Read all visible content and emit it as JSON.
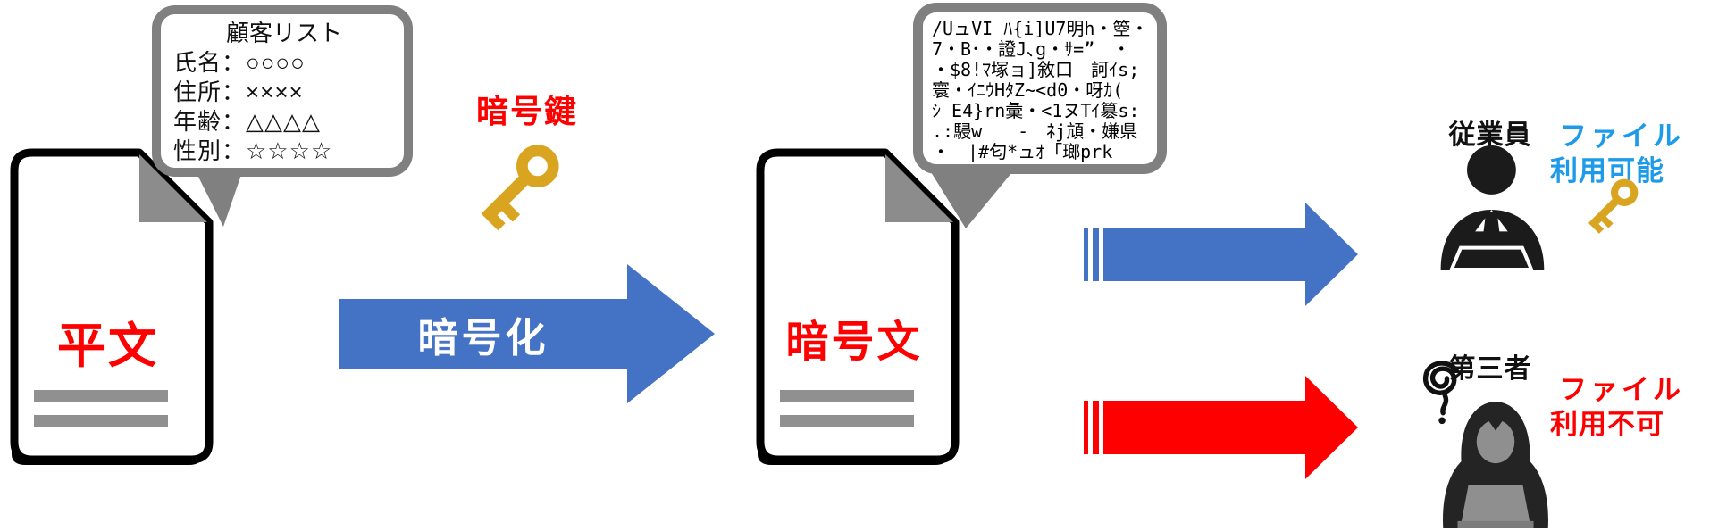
{
  "background": "#ffffff",
  "colors": {
    "arrow_blue": "#4472C4",
    "alert_red": "#FF0000",
    "key_gold": "#D9A521",
    "bubble_gray": "#808080",
    "employee_status_blue": "#1E9BE8",
    "silhouette_black": "#1B1B1B",
    "hacker_gray": "#8F8F8F"
  },
  "plaintext_doc": {
    "label": "平文"
  },
  "customer_bubble": {
    "title": "顧客リスト",
    "rows": [
      "氏名：○○○○",
      "住所：××××",
      "年齢：△△△△",
      "性別：☆☆☆☆"
    ]
  },
  "encryption_key": {
    "label": "暗号鍵"
  },
  "encrypt_arrow": {
    "label": "暗号化"
  },
  "ciphertext_doc": {
    "label": "暗号文"
  },
  "cipher_bubble": {
    "lines": [
      "/UュVI ﾊ{i]U7明h・箜・",
      "7・B･・證J､g・ｻ=”　・",
      "・$8!ﾏ塚ョ]敘口　訶ｲs;",
      "寰・ｲﾆｳHﾀZ~<d0・呀ｶ(",
      "ｼ E4}rn彙・<1ヌTｲ簒s:",
      ".:駸w　　-　ﾈj頏・嫌県",
      "・　|#匂*ュｵ「瑯prk"
    ]
  },
  "employee": {
    "label": "従業員",
    "status_lines": [
      "ファイル",
      "利用可能"
    ]
  },
  "third_party": {
    "label": "第三者",
    "status_lines": [
      "ファイル",
      "利用不可"
    ]
  },
  "icons": {
    "encryption_key": "gold-key-icon",
    "employee_key": "gold-key-icon",
    "employee": "office-worker-icon",
    "third_party": "hooded-hacker-icon",
    "confusion": "scribble-icon"
  }
}
